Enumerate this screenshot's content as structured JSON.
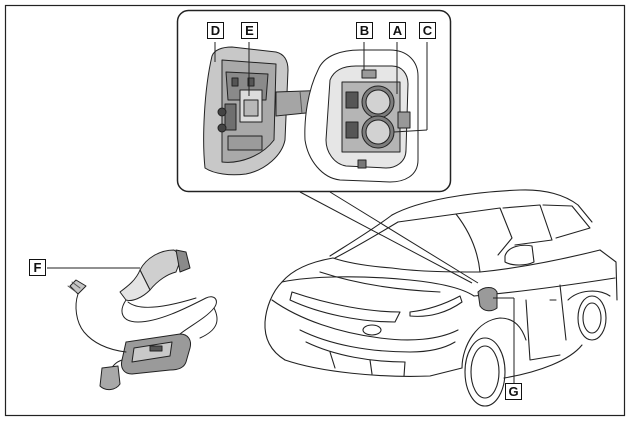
{
  "diagram": {
    "callouts": {
      "A": "A",
      "B": "B",
      "C": "C",
      "D": "D",
      "E": "E",
      "F": "F",
      "G": "G"
    }
  }
}
